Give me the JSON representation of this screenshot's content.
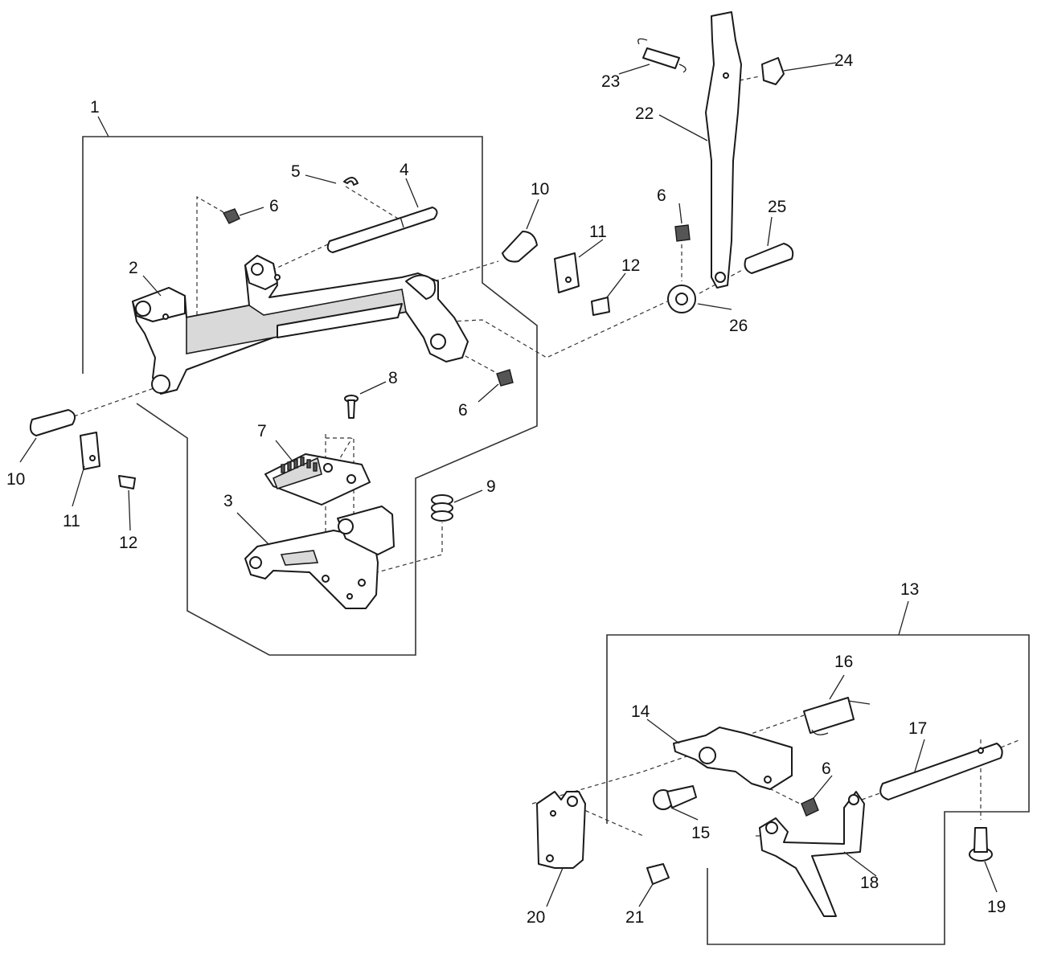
{
  "diagram": {
    "type": "exploded-parts-diagram",
    "callouts": [
      "1",
      "2",
      "3",
      "4",
      "5",
      "6",
      "6",
      "6",
      "6",
      "7",
      "8",
      "9",
      "10",
      "10",
      "11",
      "11",
      "12",
      "12",
      "13",
      "14",
      "15",
      "16",
      "17",
      "18",
      "19",
      "20",
      "21",
      "22",
      "23",
      "24",
      "25",
      "26"
    ]
  }
}
